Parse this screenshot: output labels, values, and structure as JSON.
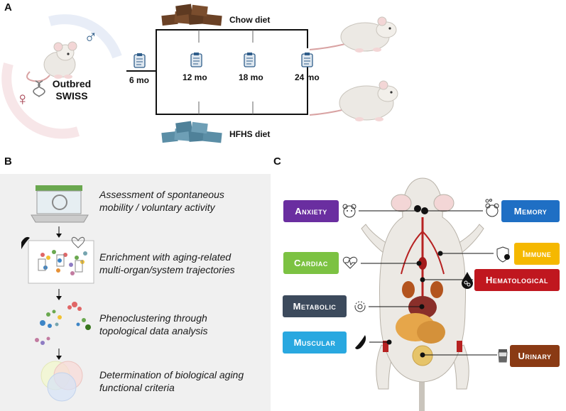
{
  "panels": {
    "a": "A",
    "b": "B",
    "c": "C"
  },
  "panel_a": {
    "mouse_label_line1": "Outbred",
    "mouse_label_line2": "SWISS",
    "male_symbol": "♂",
    "female_symbol": "♀",
    "diets": {
      "top": "Chow diet",
      "bottom": "HFHS diet"
    },
    "timepoints": [
      "6 mo",
      "12 mo",
      "18 mo",
      "24 mo"
    ],
    "colors": {
      "chow": "#6b4226",
      "hfhs": "#5b8ea6",
      "male": "#2f5d8a",
      "female": "#a23a4a"
    }
  },
  "panel_b": {
    "steps": [
      {
        "line1": "Assessment of spontaneous",
        "line2": "mobility / voluntary activity"
      },
      {
        "line1": "Enrichment with aging-related",
        "line2": "multi-organ/system trajectories"
      },
      {
        "line1": "Phenoclustering through",
        "line2": "topological data analysis"
      },
      {
        "line1": "Determination of biological aging",
        "line2": "functional criteria"
      }
    ]
  },
  "panel_c": {
    "organs_left": [
      {
        "label": "Anxiety",
        "color": "#6a2ea0",
        "icon": "mouse-face-icon"
      },
      {
        "label": "Cardiac",
        "color": "#7cc242",
        "icon": "heart-icon"
      },
      {
        "label": "Metabolic",
        "color": "#3c4a5c",
        "icon": "metabolism-cycle-icon"
      },
      {
        "label": "Muscular",
        "color": "#29a8e0",
        "icon": "muscle-icon"
      }
    ],
    "organs_right": [
      {
        "label": "Memory",
        "color": "#1f6fc4",
        "icon": "mouse-brain-icon"
      },
      {
        "label": "Immune",
        "color": "#f5b800",
        "icon": "shield-virus-icon"
      },
      {
        "label": "Hematological",
        "color": "#c0171f",
        "icon": "blood-drop-icon"
      },
      {
        "label": "Urinary",
        "color": "#8a3a14",
        "icon": "urine-cup-icon"
      }
    ]
  }
}
